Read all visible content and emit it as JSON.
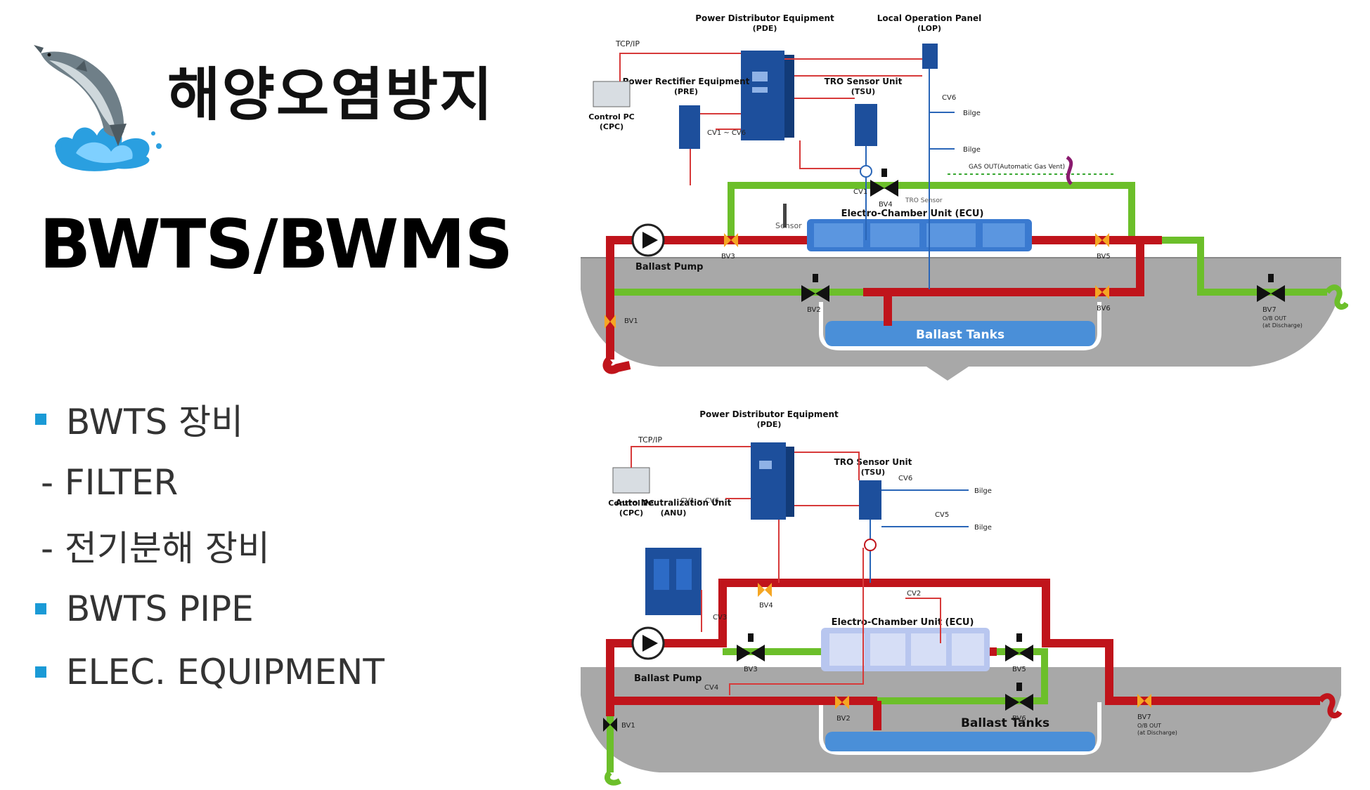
{
  "page": {
    "title_ko": "해양오염방지",
    "title_en": "BWTS/BWMS"
  },
  "bullets": [
    {
      "type": "main",
      "label": "BWTS 장비"
    },
    {
      "type": "sub",
      "label": "- FILTER"
    },
    {
      "type": "sub",
      "label": "- 전기분해 장비"
    },
    {
      "type": "main",
      "label": "BWTS PIPE"
    },
    {
      "type": "main",
      "label": "ELEC. EQUIPMENT"
    }
  ],
  "colors": {
    "accent": "#1a9ad6",
    "pipe_red": "#c0141b",
    "pipe_green": "#6cbf2a",
    "cable_red": "#d73a3a",
    "equip_blue": "#1d4f9c",
    "hull_gray": "#a6a6a6",
    "tank_blue": "#4a8fd8"
  },
  "icons": {
    "logo": "salmon-splash-logo",
    "valve": "valve-icon",
    "pump": "pump-icon"
  },
  "diagram1": {
    "pde": "Power Distributor Equipment",
    "pde_abbr": "(PDE)",
    "lop": "Local Operation Panel",
    "lop_abbr": "(LOP)",
    "tcpip": "TCP/IP",
    "pre": "Power Rectifier Equipment",
    "pre_abbr": "(PRE)",
    "cpc": "Control PC",
    "cpc_abbr": "(CPC)",
    "tsu": "TRO Sensor Unit",
    "tsu_abbr": "(TSU)",
    "cv1cv6": "CV1 ~ CV6",
    "cv6": "CV6",
    "bilge1": "Bilge",
    "bilge2": "Bilge",
    "gas_out": "GAS OUT(Automatic Gas Vent)",
    "bv4": "BV4",
    "cv1": "CV1",
    "tro_sensor": "TRO Sensor",
    "sensor": "Sensor",
    "ecu": "Electro-Chamber Unit (ECU)",
    "bv3": "BV3",
    "bv5": "BV5",
    "ballast_pump": "Ballast Pump",
    "bv2": "BV2",
    "bv6": "BV6",
    "bv1": "BV1",
    "bv7": "BV7",
    "bv7_sub1": "O/B OUT",
    "bv7_sub2": "(at Discharge)",
    "ballast_tanks": "Ballast Tanks"
  },
  "diagram2": {
    "pde": "Power Distributor Equipment",
    "pde_abbr": "(PDE)",
    "tcpip": "TCP/IP",
    "tsu": "TRO Sensor Unit",
    "tsu_abbr": "(TSU)",
    "anu": "Auto Neutralization Unit",
    "anu_abbr": "(ANU)",
    "cpc": "Control PC",
    "cpc_abbr": "(CPC)",
    "cv1cv6": "CV1 ~ CV6",
    "cv6": "CV6",
    "bilge1": "Bilge",
    "cv5": "CV5",
    "bilge2": "Bilge",
    "bv4": "BV4",
    "cv2": "CV2",
    "cv3": "CV3",
    "ecu": "Electro-Chamber Unit (ECU)",
    "bv3": "BV3",
    "bv5": "BV5",
    "ballast_pump": "Ballast Pump",
    "cv4": "CV4",
    "bv2": "BV2",
    "bv6": "BV6",
    "bv1": "BV1",
    "bv7": "BV7",
    "bv7_sub1": "O/B OUT",
    "bv7_sub2": "(at Discharge)",
    "ballast_tanks": "Ballast Tanks"
  }
}
